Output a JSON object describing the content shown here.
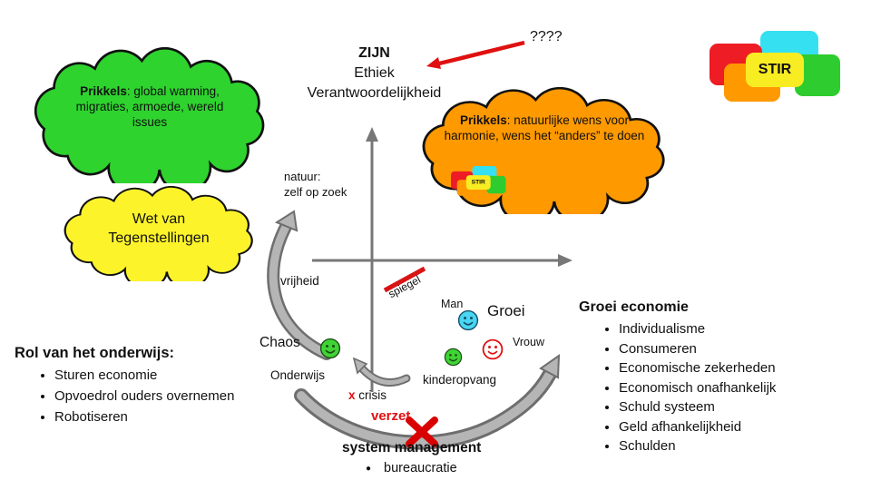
{
  "header": {
    "zijn": "ZIJN",
    "ethiek": "Ethiek",
    "verantwoordelijkheid": "Verantwoordelijkheid",
    "question": "????"
  },
  "logo": {
    "text": "STIR"
  },
  "clouds": {
    "green": {
      "bold": "Prikkels",
      "text": ": global warming, migraties, armoede, wereld issues"
    },
    "yellow": {
      "text": "Wet van Tegenstellingen"
    },
    "orange": {
      "bold": "Prikkels",
      "text": ": natuurlijke wens voor harmonie, wens het “anders” te doen"
    }
  },
  "axis": {
    "natuur": "natuur:\nzelf op zoek",
    "vrijheid": "vrijheid",
    "spiegel": "spiegel",
    "chaos": "Chaos",
    "onderwijs": "Onderwijs",
    "crisis_x": "x",
    "crisis": "crisis",
    "man": "Man",
    "groei": "Groei",
    "vrouw": "Vrouw",
    "kinderopvang": "kinderopvang",
    "verzet": "verzet",
    "system_management": "system management",
    "bureaucratie_bullet": "●",
    "bureaucratie": "bureaucratie"
  },
  "left_list": {
    "title": "Rol van het onderwijs:",
    "items": [
      "Sturen economie",
      "Opvoedrol ouders overnemen",
      "Robotiseren"
    ]
  },
  "right_list": {
    "title": "Groei economie",
    "items": [
      "Individualisme",
      "Consumeren",
      "Economische zekerheden",
      "Economisch onafhankelijk",
      "Schuld systeem",
      "Geld afhankelijkheid",
      "Schulden"
    ]
  },
  "colors": {
    "cloud_green": "#2ed32e",
    "cloud_yellow": "#fdf32b",
    "cloud_orange": "#ff9900",
    "accent_red": "#e01010",
    "arrow_gray": "#9e9e9e",
    "smiley_green": "#3fd435",
    "smiley_cyan": "#49d6f2"
  }
}
